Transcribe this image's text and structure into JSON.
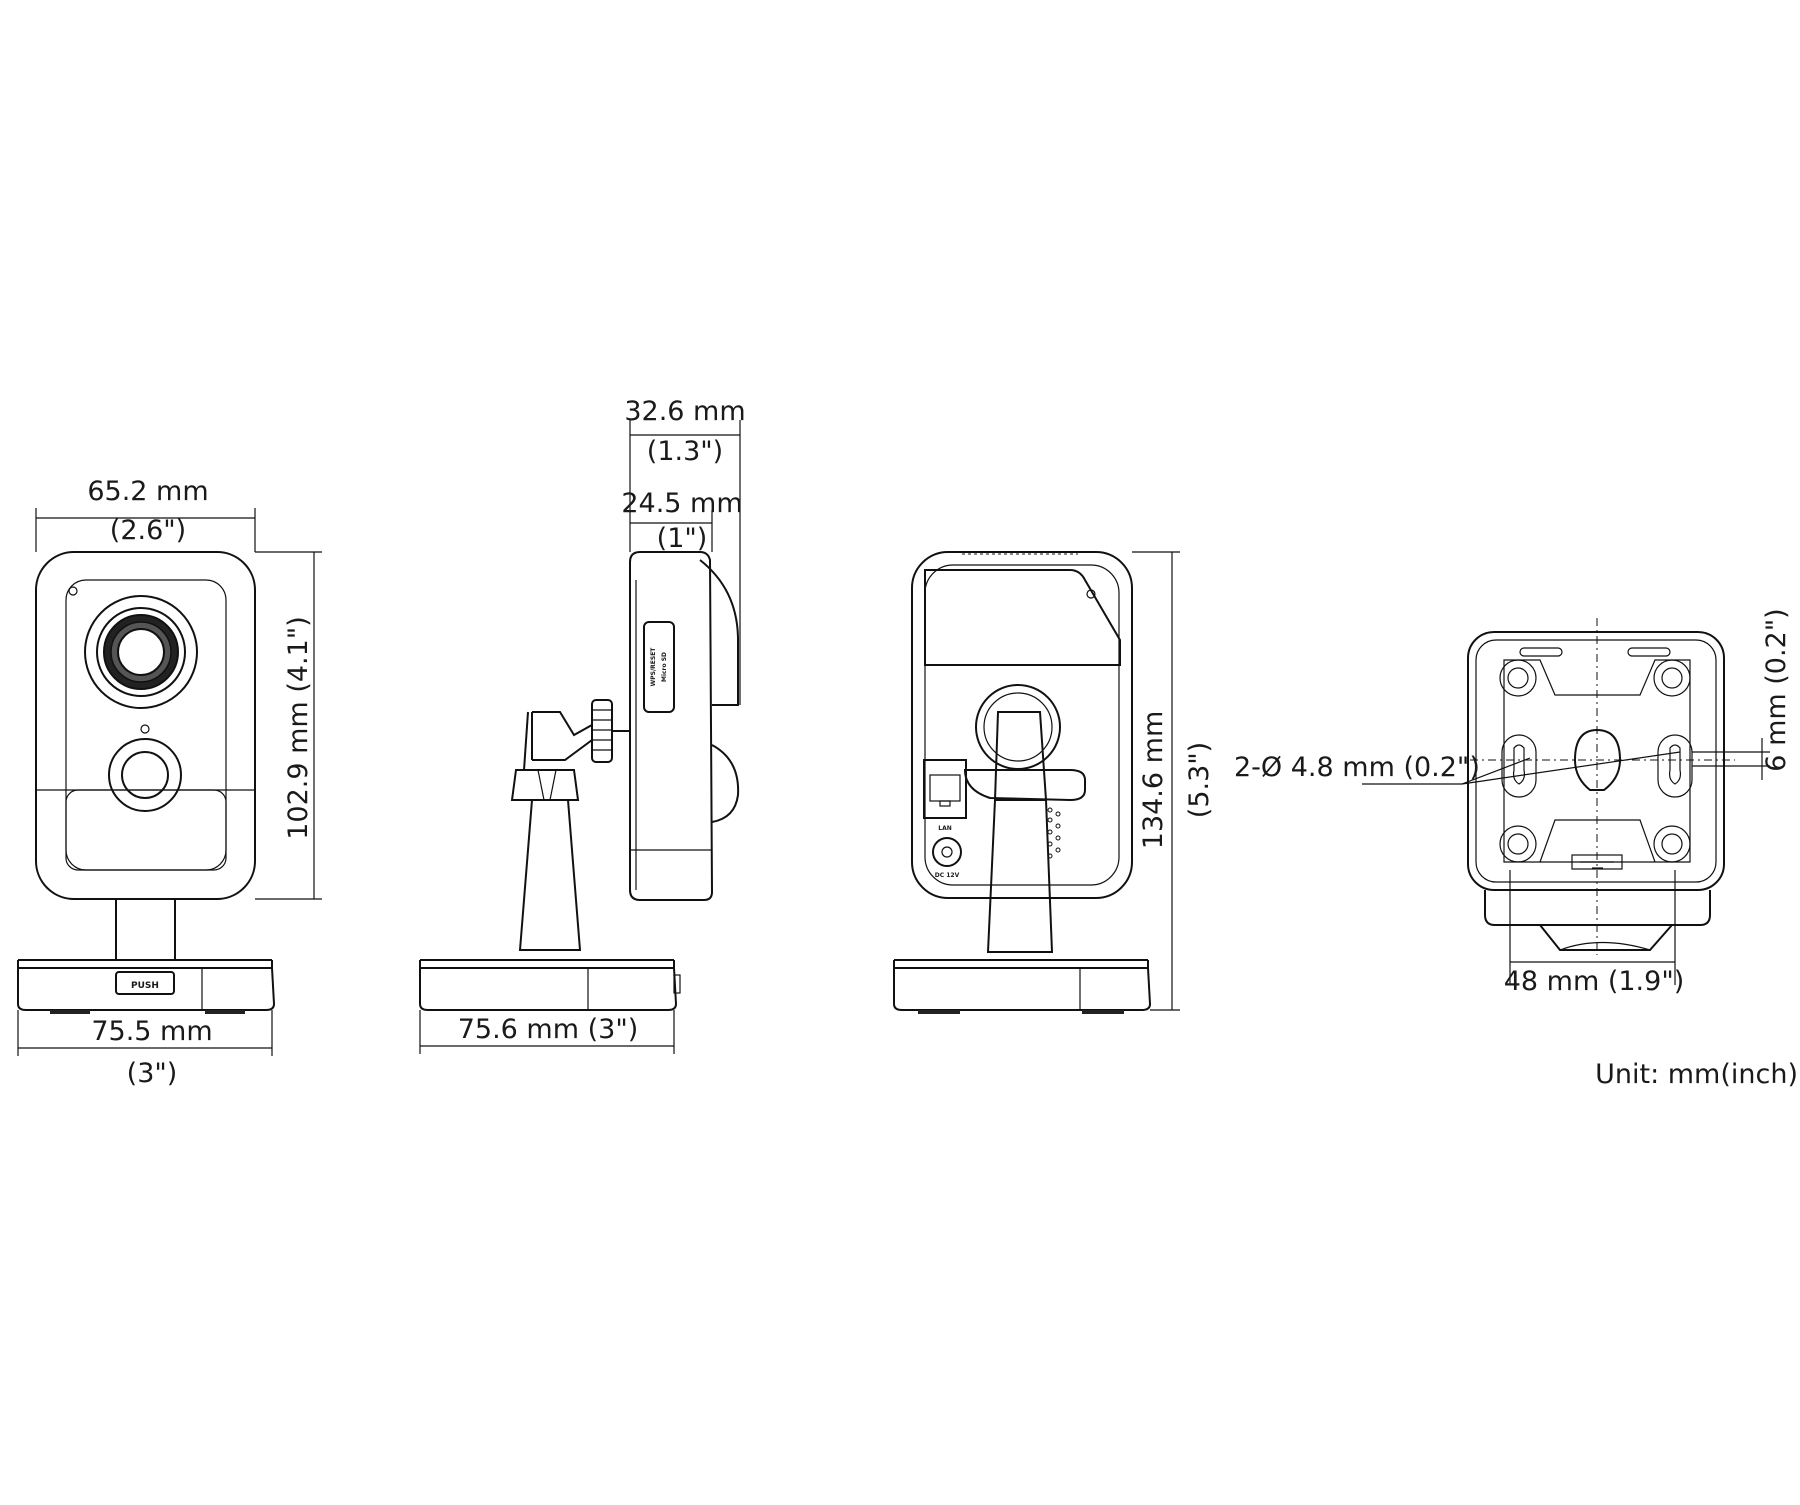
{
  "front": {
    "width_mm": "65.2 mm",
    "width_in": "(2.6\")",
    "height": "102.9 mm (4.1\")",
    "base_mm": "75.5 mm",
    "base_in": "(3\")",
    "push_label": "PUSH"
  },
  "side": {
    "depth_mm": "32.6 mm",
    "depth_in": "(1.3\")",
    "body_mm": "24.5 mm",
    "body_in": "(1\")",
    "base": "75.6 mm (3\")",
    "slot_line1": "WPS/RESET",
    "slot_line2": "Micro SD"
  },
  "rear": {
    "height_mm": "134.6 mm",
    "height_in": "(5.3\")",
    "lan_label": "LAN",
    "dc_label": "DC 12V"
  },
  "bottom": {
    "hole_label": "2-Ø 4.8 mm (0.2\")",
    "offset_label": "6 mm (0.2\")",
    "spacing_label": "48 mm (1.9\")"
  },
  "unit_label": "Unit: mm(inch)"
}
